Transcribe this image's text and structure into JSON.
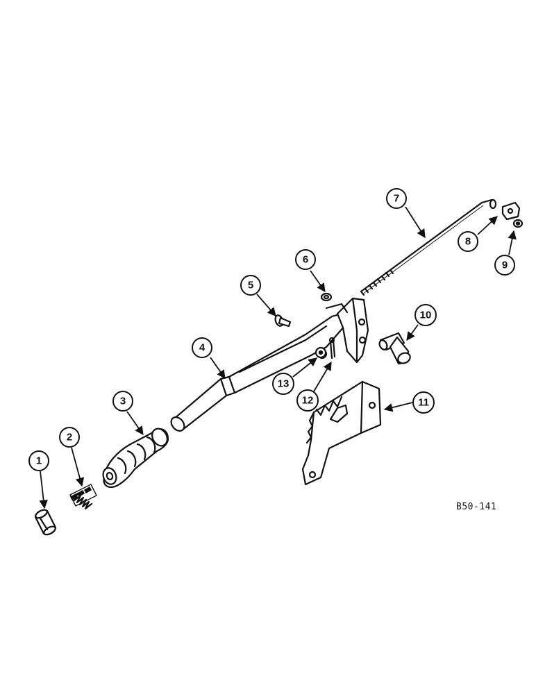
{
  "reference_code": "B50-141",
  "callouts": [
    {
      "id": "1",
      "label": "1"
    },
    {
      "id": "2",
      "label": "2"
    },
    {
      "id": "3",
      "label": "3"
    },
    {
      "id": "4",
      "label": "4"
    },
    {
      "id": "5",
      "label": "5"
    },
    {
      "id": "6",
      "label": "6"
    },
    {
      "id": "7",
      "label": "7"
    },
    {
      "id": "8",
      "label": "8"
    },
    {
      "id": "9",
      "label": "9"
    },
    {
      "id": "10",
      "label": "10"
    },
    {
      "id": "11",
      "label": "11"
    },
    {
      "id": "12",
      "label": "12"
    },
    {
      "id": "13",
      "label": "13"
    }
  ]
}
